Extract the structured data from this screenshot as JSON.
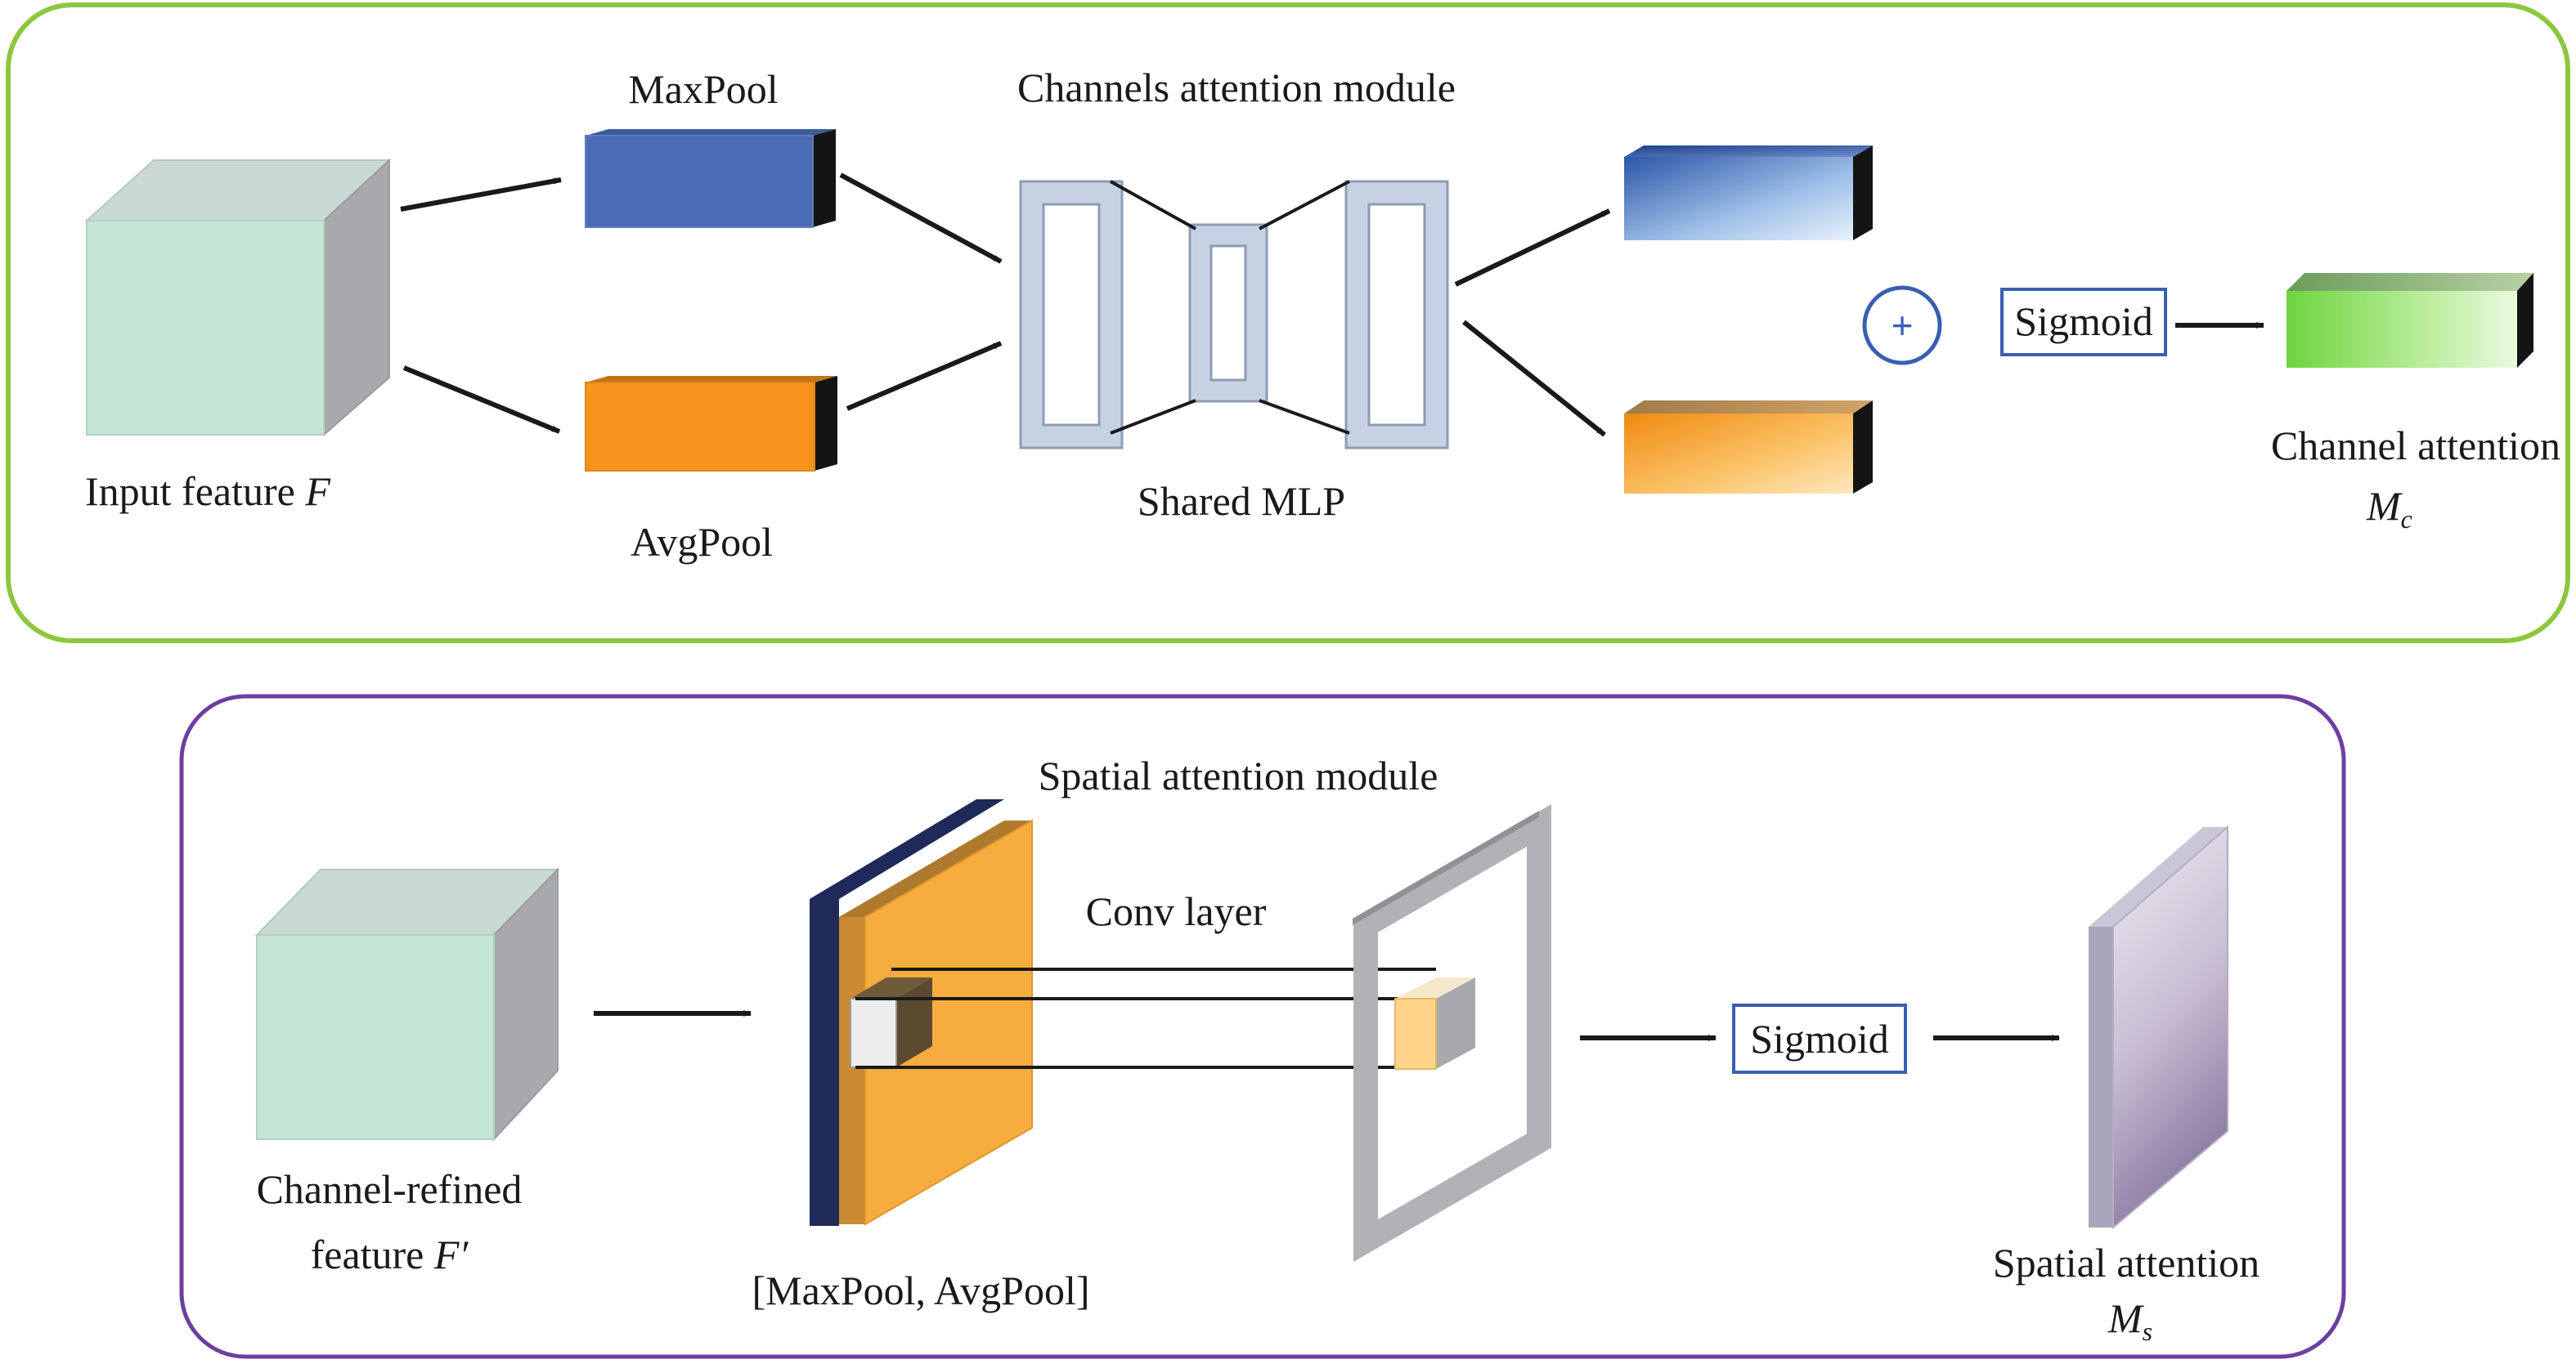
{
  "channel_module": {
    "title": "Channels attention module",
    "input_label": "Input feature",
    "input_symbol": "F",
    "maxpool_label": "MaxPool",
    "avgpool_label": "AvgPool",
    "mlp_label": "Shared MLP",
    "sum_symbol": "+",
    "sigmoid_label": "Sigmoid",
    "output_label": "Channel attention",
    "output_symbol": "M",
    "output_subscript": "c"
  },
  "spatial_module": {
    "title": "Spatial attention module",
    "input_label_line1": "Channel-refined",
    "input_label_line2": "feature",
    "input_symbol": "F′",
    "pool_label": "[MaxPool, AvgPool]",
    "conv_label": "Conv layer",
    "sigmoid_label": "Sigmoid",
    "output_label": "Spatial attention",
    "output_symbol": "M",
    "output_subscript": "s"
  },
  "colors": {
    "channel_border": "#8dc63f",
    "spatial_border": "#6b3fa0",
    "cube_front": "#c5e5d5",
    "cube_side": "#a7a9ac",
    "maxpool_blue": "#4a6db5",
    "avgpool_orange": "#f7941d",
    "sigmoid_border": "#3a5fb0",
    "output_green": "#7ed957",
    "pool_map_orange": "#f7ac3e",
    "pool_map_navy": "#1f2a5a"
  }
}
